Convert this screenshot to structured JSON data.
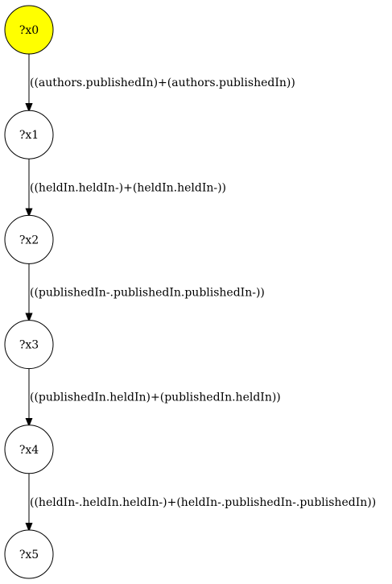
{
  "graph": {
    "nodes": [
      {
        "id": "n0",
        "label": "?x0",
        "fill": "#ffff00"
      },
      {
        "id": "n1",
        "label": "?x1",
        "fill": "#ffffff"
      },
      {
        "id": "n2",
        "label": "?x2",
        "fill": "#ffffff"
      },
      {
        "id": "n3",
        "label": "?x3",
        "fill": "#ffffff"
      },
      {
        "id": "n4",
        "label": "?x4",
        "fill": "#ffffff"
      },
      {
        "id": "n5",
        "label": "?x5",
        "fill": "#ffffff"
      }
    ],
    "edges": [
      {
        "from": "n0",
        "to": "n1",
        "label": "((authors.publishedIn)+(authors.publishedIn))"
      },
      {
        "from": "n1",
        "to": "n2",
        "label": "((heldIn.heldIn-)+(heldIn.heldIn-))"
      },
      {
        "from": "n2",
        "to": "n3",
        "label": "((publishedIn-.publishedIn.publishedIn-))"
      },
      {
        "from": "n3",
        "to": "n4",
        "label": "((publishedIn.heldIn)+(publishedIn.heldIn))"
      },
      {
        "from": "n4",
        "to": "n5",
        "label": "((heldIn-.heldIn.heldIn-)+(heldIn-.publishedIn-.publishedIn))"
      }
    ]
  }
}
